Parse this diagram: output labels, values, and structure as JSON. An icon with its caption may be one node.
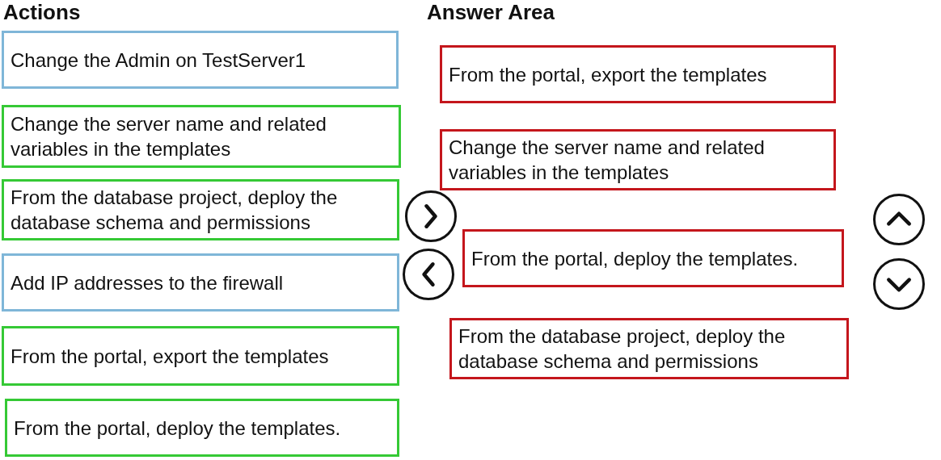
{
  "diagram": {
    "nodes": [
      {
        "text": [
          "Change the Admin on TestServer1"
        ]
      },
      {
        "text": [
          "Change the server name and related variables in the templates"
        ]
      },
      {
        "text": [
          "From the database project, deploy the database schema and permissions"
        ]
      },
      {
        "text": [
          "Add IP addresses to the firewall"
        ]
      },
      {
        "text": [
          "From the portal, export the templates"
        ]
      },
      {
        "text": [
          "From the portal, deploy the templates."
        ]
      },
      {
        "text": [
          "From the portal, export the templates"
        ]
      },
      {
        "text": [
          "Change the server name and related variables in the templates"
        ]
      },
      {
        "text": [
          "From the portal, deploy the templates."
        ]
      },
      {
        "text": [
          "From the database project, deploy the database schema and permissions"
        ]
      }
    ],
    "labels": [
      "Actions",
      "Answer Area"
    ]
  }
}
